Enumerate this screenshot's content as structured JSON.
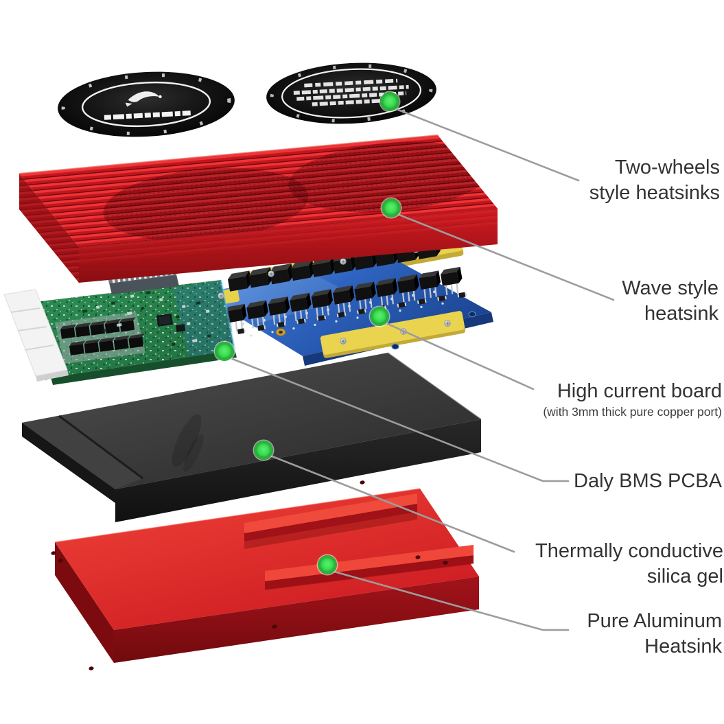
{
  "callouts": {
    "two_wheels": {
      "line1": "Two-wheels",
      "line2": "style heatsinks"
    },
    "wave": {
      "line1": "Wave style",
      "line2": "heatsink"
    },
    "high_current": {
      "line1": "High current board",
      "sub": "(with 3mm thick pure copper port)"
    },
    "daly": {
      "line1": "Daly BMS PCBA"
    },
    "silica": {
      "line1": "Thermally conductive",
      "line2": "silica gel"
    },
    "aluminum": {
      "line1": "Pure Aluminum",
      "line2": "Heatsink"
    }
  },
  "icons": {
    "marker_dot": "green-dot-marker",
    "leader_line": "thin-gray-line"
  },
  "colors": {
    "marker_green": "#35d94e",
    "marker_ring_green": "#2fae3e",
    "leader_gray": "#9c9c9c",
    "label_text": "#333333",
    "wave_heatsink_red": "#d91f26",
    "aluminum_plate_red": "#e02a26",
    "bms_pcb_green": "#2f8f50",
    "high_current_board_blue": "#2f6fd0",
    "copper_port_yellow": "#e9d24b",
    "silica_gel_dark": "#3c3c3c",
    "wheel_heatsink_black": "#101010",
    "background": "#ffffff"
  }
}
